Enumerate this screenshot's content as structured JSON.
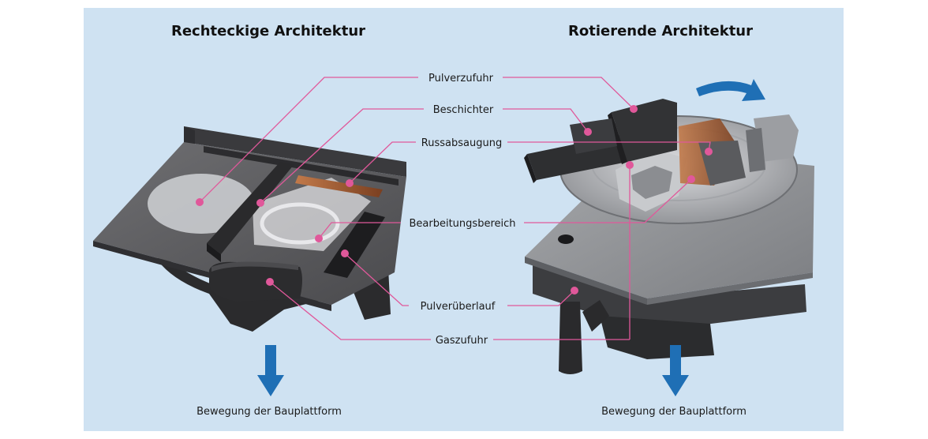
{
  "titles": {
    "left": "Rechteckige Architektur",
    "right": "Rotierende Architektur"
  },
  "labels": {
    "powder_feed": "Pulverzufuhr",
    "recoater": "Beschichter",
    "soot_extraction": "Russabsaugung",
    "processing_area": "Bearbeitungsbereich",
    "powder_overflow": "Pulverüberlauf",
    "gas_supply": "Gaszufuhr"
  },
  "captions": {
    "left": "Bewegung der Bauplattform",
    "right": "Bewegung der Bauplattform"
  },
  "colors": {
    "background": "#cfe2f2",
    "leader": "#e0589a",
    "arrow": "#1f6fb5"
  },
  "icons": {
    "down_arrow": "down-arrow-icon",
    "rotation_arrow": "curved-arrow-icon"
  }
}
